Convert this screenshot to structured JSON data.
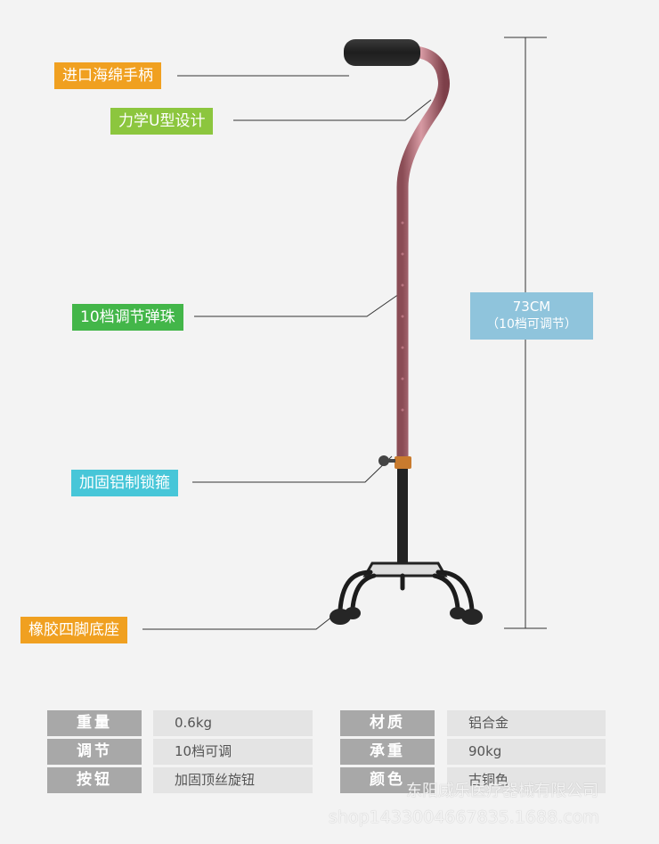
{
  "callouts": {
    "handle": "进口海绵手柄",
    "u_design": "力学U型设计",
    "adjust_bead": "10档调节弹珠",
    "lock_hoop": "加固铝制锁箍",
    "base": "橡胶四脚底座"
  },
  "dimension": {
    "height": "73CM",
    "note": "（10档可调节）"
  },
  "specs": {
    "left": [
      {
        "label": "重量",
        "value": "0.6kg"
      },
      {
        "label": "调节",
        "value": "10档可调"
      },
      {
        "label": "按钮",
        "value": "加固顶丝旋钮"
      }
    ],
    "right": [
      {
        "label": "材质",
        "value": "铝合金"
      },
      {
        "label": "承重",
        "value": "90kg"
      },
      {
        "label": "颜色",
        "value": "古铜色"
      }
    ]
  },
  "watermark": {
    "company": "东阳威乐医疗器械有限公司",
    "shop": "shop1433004667835.1688.com"
  },
  "colors": {
    "orange": "#f0a020",
    "light_green": "#8cc63e",
    "green": "#43b649",
    "cyan": "#47c6d8",
    "dimension_blue": "#8fc4dc",
    "spec_label_gray": "#a8a8a8",
    "spec_value_gray": "#e4e4e4"
  }
}
